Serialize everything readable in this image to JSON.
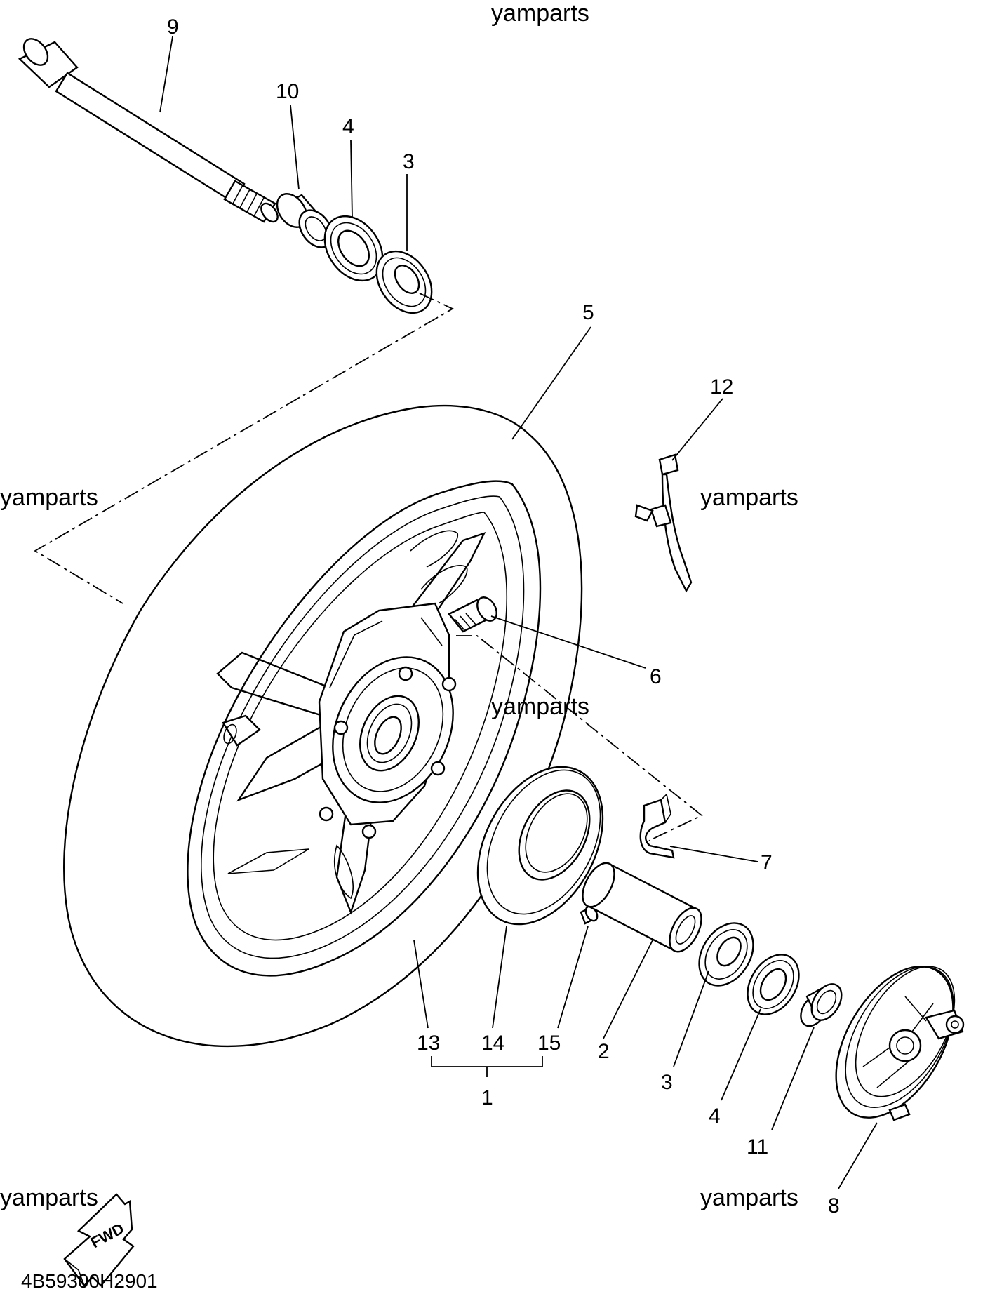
{
  "watermark": "yamparts",
  "diagram_code": "4B59300H2901",
  "fwd_label": "FWD",
  "callouts": {
    "c9": "9",
    "c10": "10",
    "c4_top": "4",
    "c3_top": "3",
    "c5": "5",
    "c12": "12",
    "c6": "6",
    "c7": "7",
    "c13": "13",
    "c14": "14",
    "c15": "15",
    "c2": "2",
    "c1": "1",
    "c3_bottom": "3",
    "c4_bottom": "4",
    "c11": "11",
    "c8": "8"
  }
}
